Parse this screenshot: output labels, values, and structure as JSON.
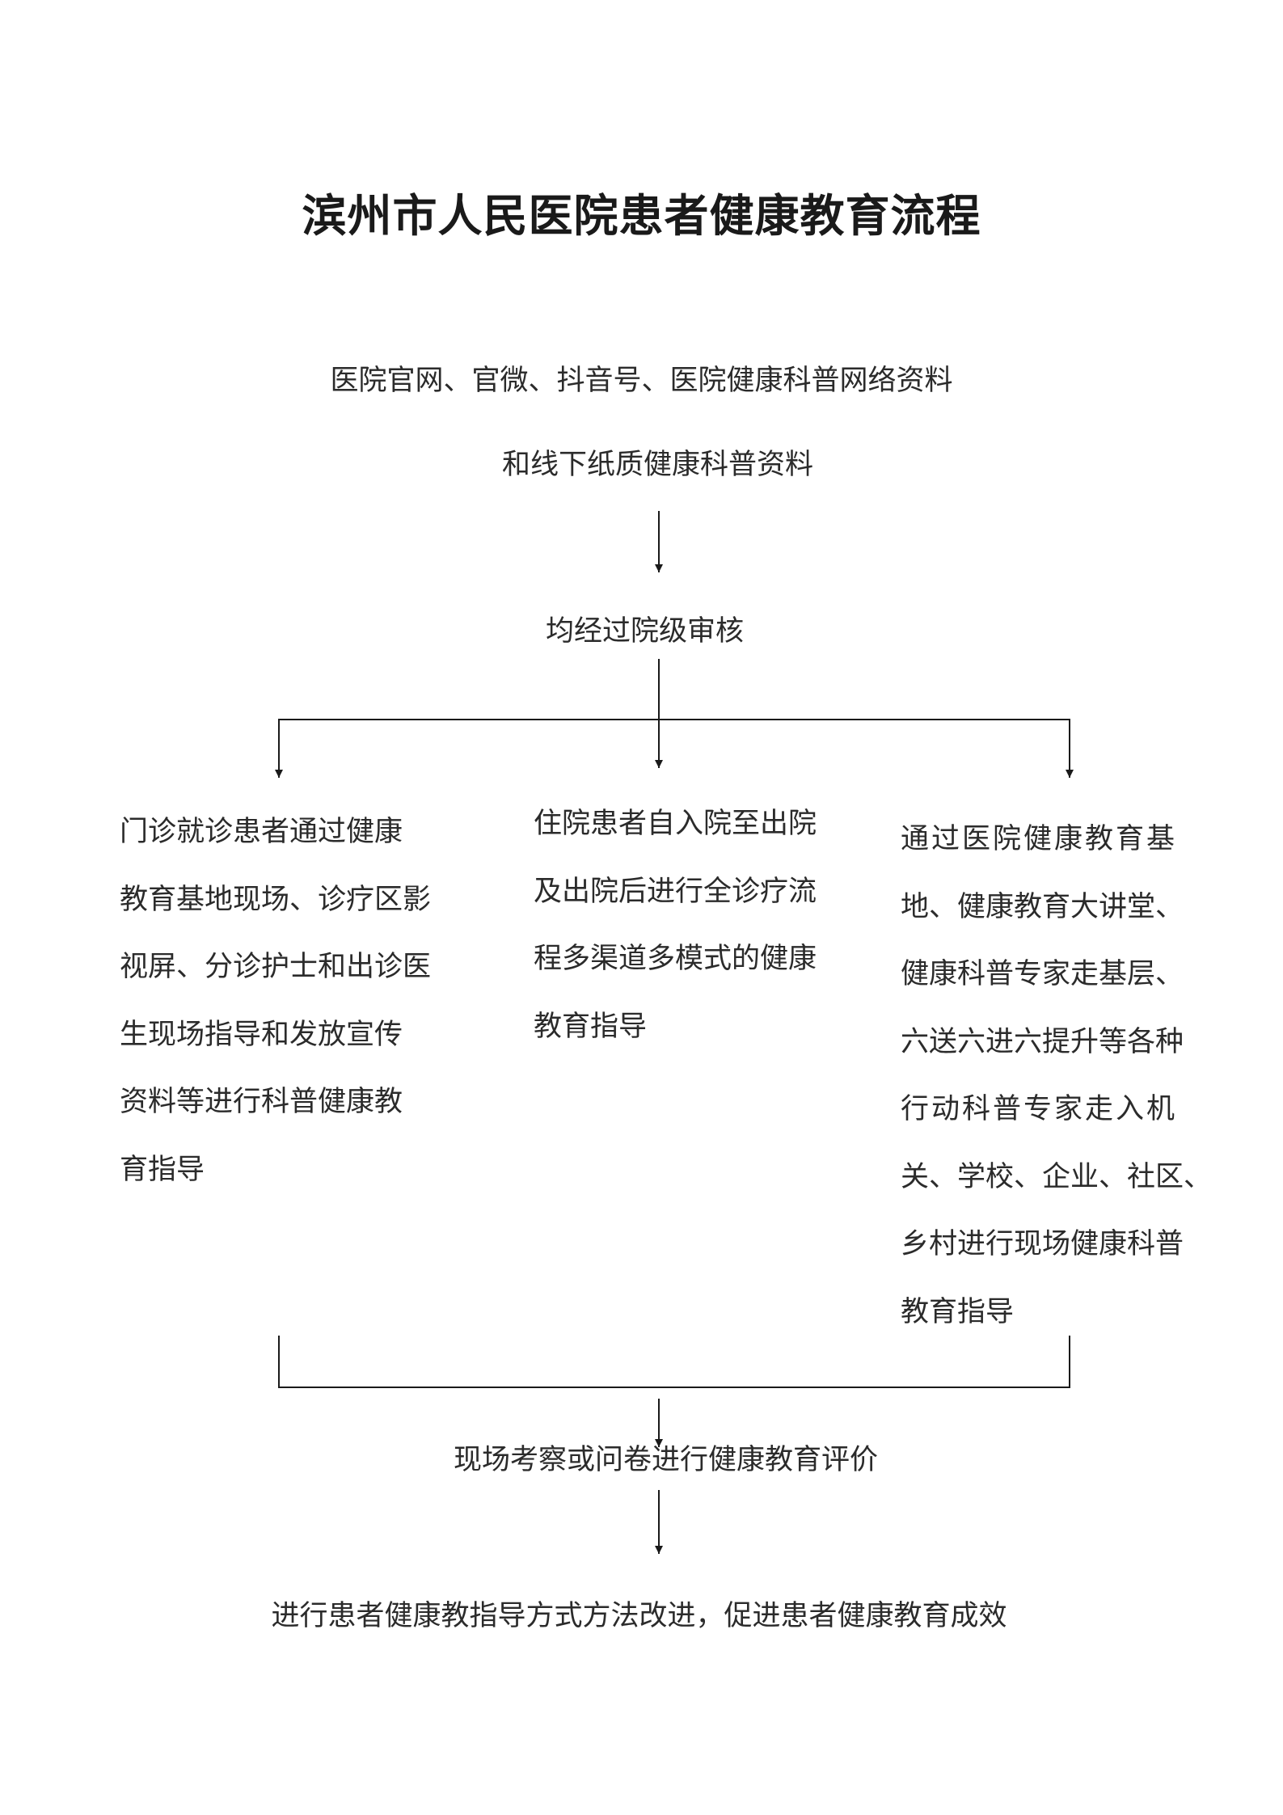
{
  "title": "滨州市人民医院患者健康教育流程",
  "source": {
    "line1": "医院官网、官微、抖音号、医院健康科普网络资料",
    "line2": "和线下纸质健康科普资料"
  },
  "review": "均经过院级审核",
  "branches": {
    "left": [
      "门诊就诊患者通过健康",
      "教育基地现场、诊疗区影",
      "视屏、分诊护士和出诊医",
      "生现场指导和发放宣传",
      "资料等进行科普健康教",
      "育指导"
    ],
    "middle": [
      "住院患者自入院至出院",
      "及出院后进行全诊疗流",
      "程多渠道多模式的健康",
      "教育指导"
    ],
    "right": [
      "通过医院健康教育基",
      "地、健康教育大讲堂、",
      "健康科普专家走基层、",
      "六送六进六提升等各种",
      "行动科普专家走入机",
      "关、学校、企业、社区、",
      "乡村进行现场健康科普",
      "教育指导"
    ]
  },
  "evaluation": "现场考察或问卷进行健康教育评价",
  "improvement": "进行患者健康教指导方式方法改进，促进患者健康教育成效"
}
